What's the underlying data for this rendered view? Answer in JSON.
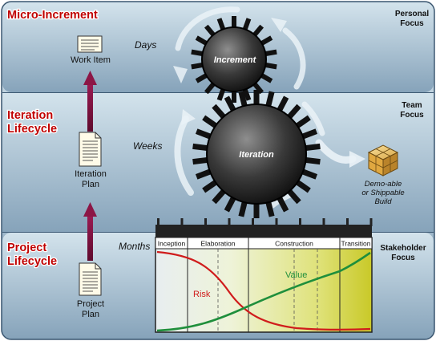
{
  "bands": [
    {
      "title": "Micro-Increment",
      "focus": "Personal\nFocus"
    },
    {
      "title": "Iteration\nLifecycle",
      "focus": "Team\nFocus"
    },
    {
      "title": "Project\nLifecycle",
      "focus": "Stakeholder\nFocus"
    }
  ],
  "timescales": {
    "days": "Days",
    "weeks": "Weeks",
    "months": "Months"
  },
  "artifacts": {
    "work_item": "Work Item",
    "iteration_plan": "Iteration\nPlan",
    "project_plan": "Project\nPlan"
  },
  "gears": {
    "small": "Increment",
    "large": "Iteration"
  },
  "deliverable": "Demo-able\nor Shippable\nBuild",
  "phases": [
    "Inception",
    "Elaboration",
    "Construction",
    "Transition"
  ],
  "curves": {
    "risk": "Risk",
    "value": "Value"
  },
  "colors": {
    "band_top": "#c9dce7",
    "band_bottom": "#7f9cb5",
    "title_red": "#c00000",
    "arrow": "#7a0e3c",
    "risk": "#d01c1c",
    "value": "#1f8f3c"
  }
}
